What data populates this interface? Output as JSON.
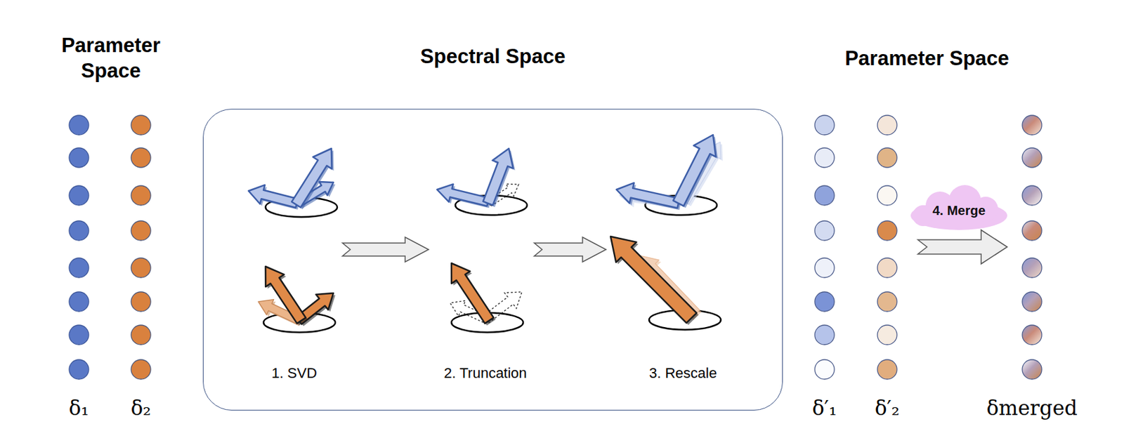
{
  "diagram": {
    "nodes": [
      {
        "text": [
          "Spectral Space"
        ]
      },
      {
        "text": [
          "4. Merge"
        ]
      }
    ],
    "labels": [
      "Parameter Space",
      "δ₁",
      "δ₂",
      "1. SVD",
      "2. Truncation",
      "3. Rescale",
      "Parameter Space",
      "δ′₁",
      "δ′₂",
      "δmerged"
    ]
  }
}
